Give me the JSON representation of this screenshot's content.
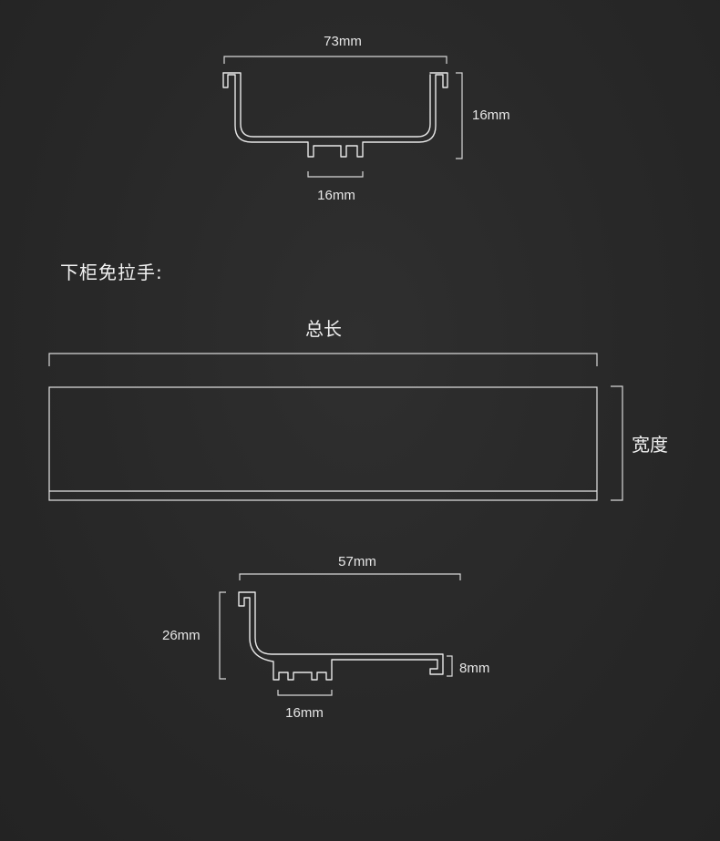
{
  "top_profile": {
    "width_label": "73mm",
    "height_label": "16mm",
    "slot_label": "16mm"
  },
  "section_heading": "下柜免拉手:",
  "panel": {
    "length_label": "总长",
    "width_label": "宽度"
  },
  "bottom_profile": {
    "width_label": "57mm",
    "height_label": "26mm",
    "lip_label": "8mm",
    "slot_label": "16mm"
  }
}
